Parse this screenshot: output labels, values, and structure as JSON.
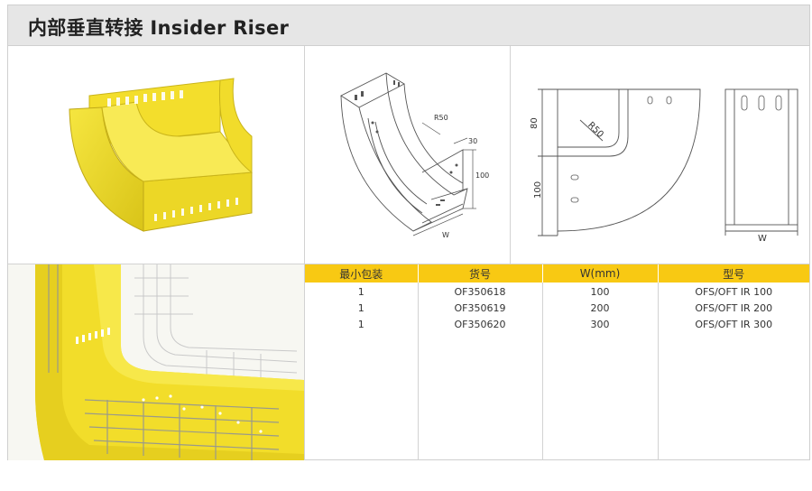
{
  "title": "内部垂直转接 Insider Riser",
  "iso_drawing": {
    "labels": {
      "radius": "R50",
      "d30": "30",
      "d100": "100",
      "width": "W"
    }
  },
  "side_drawing": {
    "labels": {
      "d80": "80",
      "d100": "100",
      "radius": "R50"
    }
  },
  "front_drawing": {
    "labels": {
      "width": "W"
    }
  },
  "table": {
    "headers": [
      "最小包装",
      "货号",
      "W(mm)",
      "型号"
    ],
    "rows": [
      [
        "1",
        "OF350618",
        "100",
        "OFS/OFT IR 100"
      ],
      [
        "1",
        "OF350619",
        "200",
        "OFS/OFT IR 200"
      ],
      [
        "1",
        "OF350620",
        "300",
        "OFS/OFT IR 300"
      ]
    ]
  },
  "colors": {
    "header_bar": "#e6e6e6",
    "table_header": "#f8c913",
    "product_yellow": "#f2dd2a"
  }
}
